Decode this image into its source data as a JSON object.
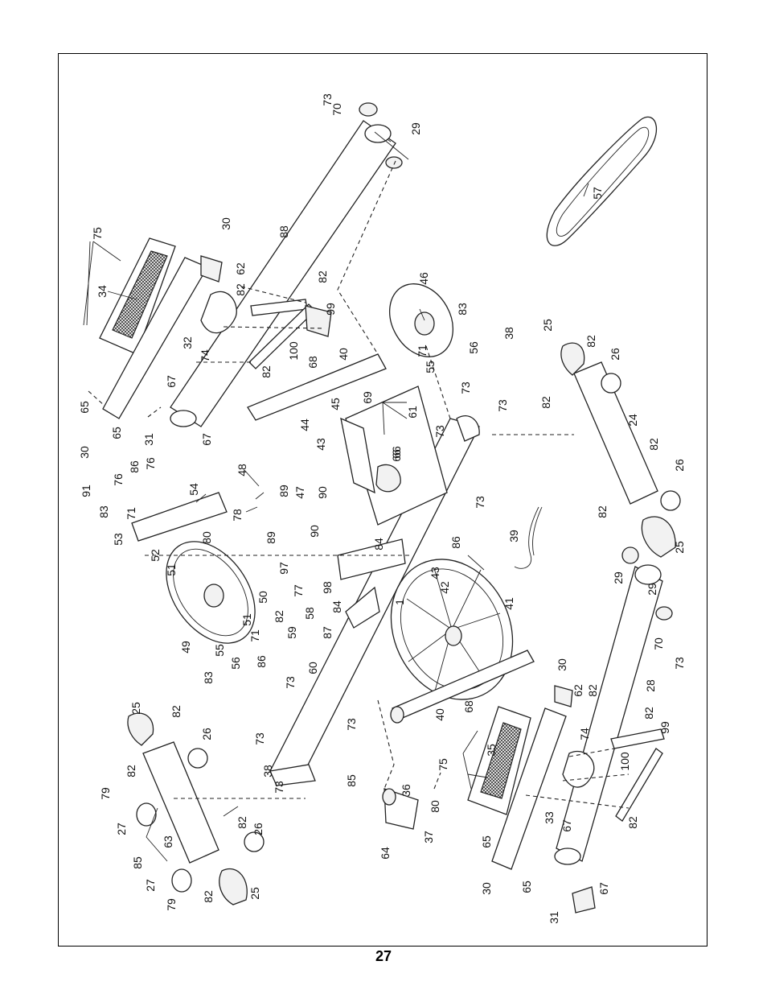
{
  "page": {
    "number": "27"
  },
  "callouts": [
    {
      "id": "c1",
      "label": "73"
    },
    {
      "id": "c2",
      "label": "70"
    },
    {
      "id": "c3",
      "label": "29"
    },
    {
      "id": "c4",
      "label": "88"
    },
    {
      "id": "c5",
      "label": "75"
    },
    {
      "id": "c6",
      "label": "30"
    },
    {
      "id": "c7",
      "label": "62"
    },
    {
      "id": "c8",
      "label": "82"
    },
    {
      "id": "c9",
      "label": "34"
    },
    {
      "id": "c10",
      "label": "82"
    },
    {
      "id": "c11",
      "label": "99"
    },
    {
      "id": "c12",
      "label": "32"
    },
    {
      "id": "c13",
      "label": "74"
    },
    {
      "id": "c14",
      "label": "100"
    },
    {
      "id": "c15",
      "label": "68"
    },
    {
      "id": "c16",
      "label": "40"
    },
    {
      "id": "c17",
      "label": "82"
    },
    {
      "id": "c18",
      "label": "67"
    },
    {
      "id": "c19",
      "label": "65"
    },
    {
      "id": "c20",
      "label": "30"
    },
    {
      "id": "c21",
      "label": "65"
    },
    {
      "id": "c22",
      "label": "31"
    },
    {
      "id": "c23",
      "label": "67"
    },
    {
      "id": "c24",
      "label": "46"
    },
    {
      "id": "c25",
      "label": "83"
    },
    {
      "id": "c26",
      "label": "57"
    },
    {
      "id": "c27",
      "label": "71"
    },
    {
      "id": "c28",
      "label": "56"
    },
    {
      "id": "c29",
      "label": "55"
    },
    {
      "id": "c30",
      "label": "38"
    },
    {
      "id": "c31",
      "label": "25"
    },
    {
      "id": "c32",
      "label": "82"
    },
    {
      "id": "c33",
      "label": "26"
    },
    {
      "id": "c34",
      "label": "45"
    },
    {
      "id": "c35",
      "label": "69"
    },
    {
      "id": "c36",
      "label": "61"
    },
    {
      "id": "c37",
      "label": "44"
    },
    {
      "id": "c38",
      "label": "43"
    },
    {
      "id": "c39",
      "label": "66"
    },
    {
      "id": "c40",
      "label": "73"
    },
    {
      "id": "c41",
      "label": "73"
    },
    {
      "id": "c42",
      "label": "73"
    },
    {
      "id": "c43",
      "label": "82"
    },
    {
      "id": "c44",
      "label": "24"
    },
    {
      "id": "c45",
      "label": "82"
    },
    {
      "id": "c46",
      "label": "26"
    },
    {
      "id": "c47",
      "label": "91"
    },
    {
      "id": "c48",
      "label": "76"
    },
    {
      "id": "c49",
      "label": "86"
    },
    {
      "id": "c50",
      "label": "76"
    },
    {
      "id": "c51",
      "label": "54"
    },
    {
      "id": "c52",
      "label": "48"
    },
    {
      "id": "c53",
      "label": "66"
    },
    {
      "id": "c54",
      "label": "83"
    },
    {
      "id": "c55",
      "label": "71"
    },
    {
      "id": "c56",
      "label": "89"
    },
    {
      "id": "c57",
      "label": "47"
    },
    {
      "id": "c58",
      "label": "90"
    },
    {
      "id": "c59",
      "label": "78"
    },
    {
      "id": "c60",
      "label": "73"
    },
    {
      "id": "c61",
      "label": "53"
    },
    {
      "id": "c62",
      "label": "80"
    },
    {
      "id": "c63",
      "label": "89"
    },
    {
      "id": "c64",
      "label": "90"
    },
    {
      "id": "c65",
      "label": "86"
    },
    {
      "id": "c66",
      "label": "82"
    },
    {
      "id": "c67",
      "label": "39"
    },
    {
      "id": "c68",
      "label": "52"
    },
    {
      "id": "c69",
      "label": "84"
    },
    {
      "id": "c70",
      "label": "25"
    },
    {
      "id": "c71",
      "label": "51"
    },
    {
      "id": "c72",
      "label": "97"
    },
    {
      "id": "c73",
      "label": "77"
    },
    {
      "id": "c74",
      "label": "98"
    },
    {
      "id": "c75",
      "label": "84"
    },
    {
      "id": "c76",
      "label": "43"
    },
    {
      "id": "c77",
      "label": "29"
    },
    {
      "id": "c78",
      "label": "50"
    },
    {
      "id": "c79",
      "label": "42"
    },
    {
      "id": "c80",
      "label": "58"
    },
    {
      "id": "c81",
      "label": "1"
    },
    {
      "id": "c82",
      "label": "41"
    },
    {
      "id": "c83",
      "label": "29"
    },
    {
      "id": "c84",
      "label": "49"
    },
    {
      "id": "c85",
      "label": "51"
    },
    {
      "id": "c86",
      "label": "82"
    },
    {
      "id": "c87",
      "label": "59"
    },
    {
      "id": "c88",
      "label": "87"
    },
    {
      "id": "c89",
      "label": "71"
    },
    {
      "id": "c90",
      "label": "70"
    },
    {
      "id": "c91",
      "label": "73"
    },
    {
      "id": "c92",
      "label": "55"
    },
    {
      "id": "c93",
      "label": "60"
    },
    {
      "id": "c94",
      "label": "83"
    },
    {
      "id": "c95",
      "label": "56"
    },
    {
      "id": "c96",
      "label": "86"
    },
    {
      "id": "c97",
      "label": "73"
    },
    {
      "id": "c98",
      "label": "28"
    },
    {
      "id": "c99",
      "label": "30"
    },
    {
      "id": "c100",
      "label": "62"
    },
    {
      "id": "c101",
      "label": "82"
    },
    {
      "id": "c102",
      "label": "40"
    },
    {
      "id": "c103",
      "label": "68"
    },
    {
      "id": "c104",
      "label": "25"
    },
    {
      "id": "c105",
      "label": "82"
    },
    {
      "id": "c106",
      "label": "26"
    },
    {
      "id": "c107",
      "label": "73"
    },
    {
      "id": "c108",
      "label": "73"
    },
    {
      "id": "c109",
      "label": "38"
    },
    {
      "id": "c110",
      "label": "73"
    },
    {
      "id": "c111",
      "label": "82"
    },
    {
      "id": "c112",
      "label": "99"
    },
    {
      "id": "c113",
      "label": "74"
    },
    {
      "id": "c114",
      "label": "35"
    },
    {
      "id": "c115",
      "label": "75"
    },
    {
      "id": "c116",
      "label": "100"
    },
    {
      "id": "c117",
      "label": "79"
    },
    {
      "id": "c118",
      "label": "82"
    },
    {
      "id": "c119",
      "label": "85"
    },
    {
      "id": "c120",
      "label": "36"
    },
    {
      "id": "c121",
      "label": "80"
    },
    {
      "id": "c122",
      "label": "82"
    },
    {
      "id": "c123",
      "label": "26"
    },
    {
      "id": "c124",
      "label": "27"
    },
    {
      "id": "c125",
      "label": "63"
    },
    {
      "id": "c126",
      "label": "37"
    },
    {
      "id": "c127",
      "label": "64"
    },
    {
      "id": "c128",
      "label": "33"
    },
    {
      "id": "c129",
      "label": "67"
    },
    {
      "id": "c130",
      "label": "65"
    },
    {
      "id": "c131",
      "label": "82"
    },
    {
      "id": "c132",
      "label": "85"
    },
    {
      "id": "c133",
      "label": "27"
    },
    {
      "id": "c134",
      "label": "82"
    },
    {
      "id": "c135",
      "label": "30"
    },
    {
      "id": "c136",
      "label": "65"
    },
    {
      "id": "c137",
      "label": "67"
    },
    {
      "id": "c138",
      "label": "79"
    },
    {
      "id": "c139",
      "label": "25"
    },
    {
      "id": "c140",
      "label": "31"
    }
  ]
}
